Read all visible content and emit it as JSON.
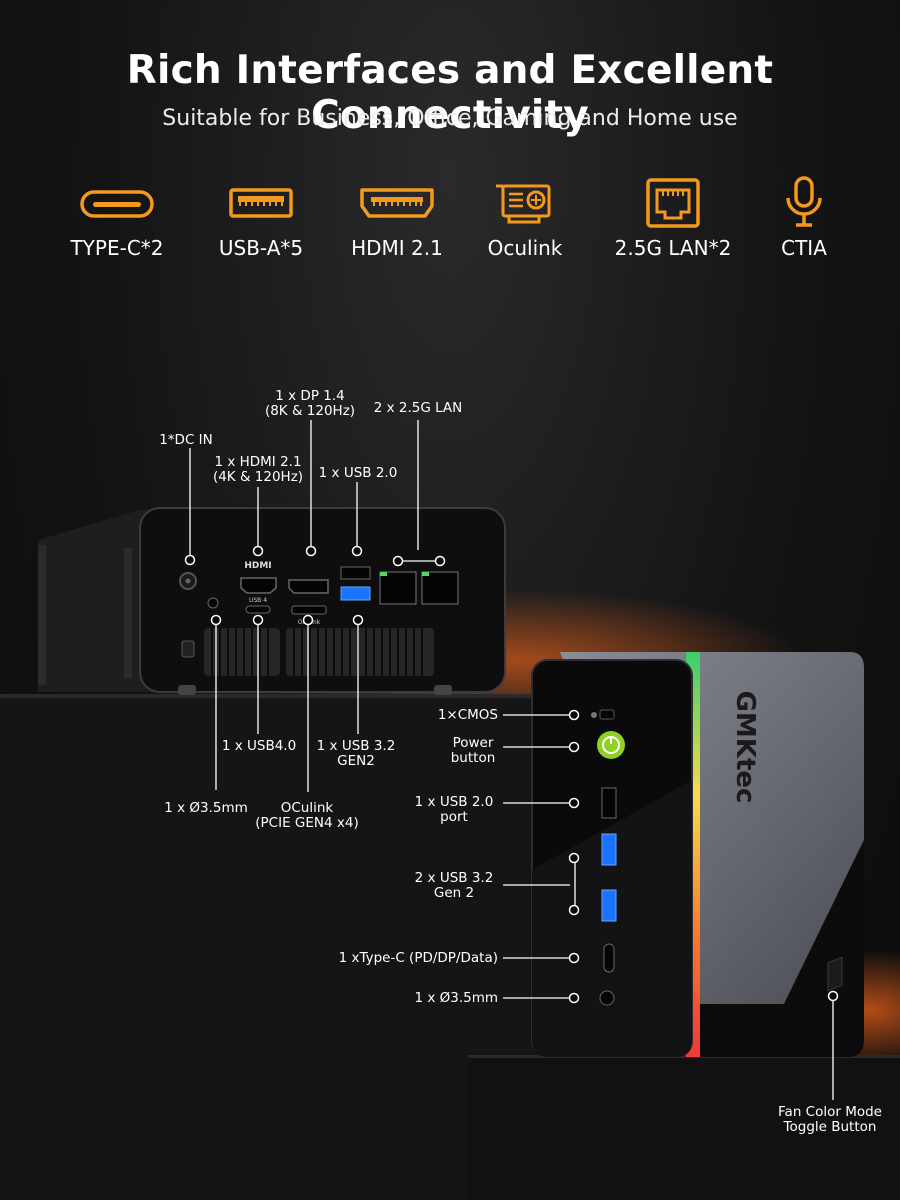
{
  "title": "Rich Interfaces and Excellent Connectivity",
  "subtitle": "Suitable for Business, Office, Gaming and Home use",
  "features": [
    {
      "label": "TYPE-C*2",
      "icon": "usb-c-port-icon"
    },
    {
      "label": "USB-A*5",
      "icon": "usb-a-port-icon"
    },
    {
      "label": "HDMI 2.1",
      "icon": "hdmi-port-icon"
    },
    {
      "label": "Oculink",
      "icon": "oculink-card-icon"
    },
    {
      "label": "2.5G LAN*2",
      "icon": "ethernet-port-icon"
    },
    {
      "label": "CTIA",
      "icon": "microphone-icon"
    }
  ],
  "colors": {
    "accent": "#f39a1e",
    "background": "#151516",
    "power_button": "#8dd124"
  },
  "rear_labels": {
    "dp_line1": "1 x DP 1.4",
    "dp_line2": "(8K & 120Hz)",
    "lan": "2 x 2.5G LAN",
    "dc_in": "1*DC IN",
    "hdmi_line1": "1 x HDMI 2.1",
    "hdmi_line2": "(4K & 120Hz)",
    "usb20": "1 x USB 2.0",
    "usb4": "1 x USB4.0",
    "usb32_line1": "1 x USB 3.2",
    "usb32_line2": "GEN2",
    "audio": "1 x Ø3.5mm",
    "oculink_line1": "OCulink",
    "oculink_line2": "(PCIE GEN4 x4)"
  },
  "rear_port_text": {
    "hdmi": "HDMI",
    "usb4": "USB 4",
    "oculink": "Oculink"
  },
  "front_labels": {
    "cmos": "1×CMOS",
    "power_line1": "Power",
    "power_line2": "button",
    "usb20_line1": "1 x USB 2.0",
    "usb20_line2": "port",
    "usb32_line1": "2 x USB 3.2",
    "usb32_line2": "Gen 2",
    "typec": "1 xType-C (PD/DP/Data)",
    "audio": "1 x Ø3.5mm",
    "fan_line1": "Fan Color Mode",
    "fan_line2": "Toggle Button"
  },
  "brand": "GMKtec"
}
